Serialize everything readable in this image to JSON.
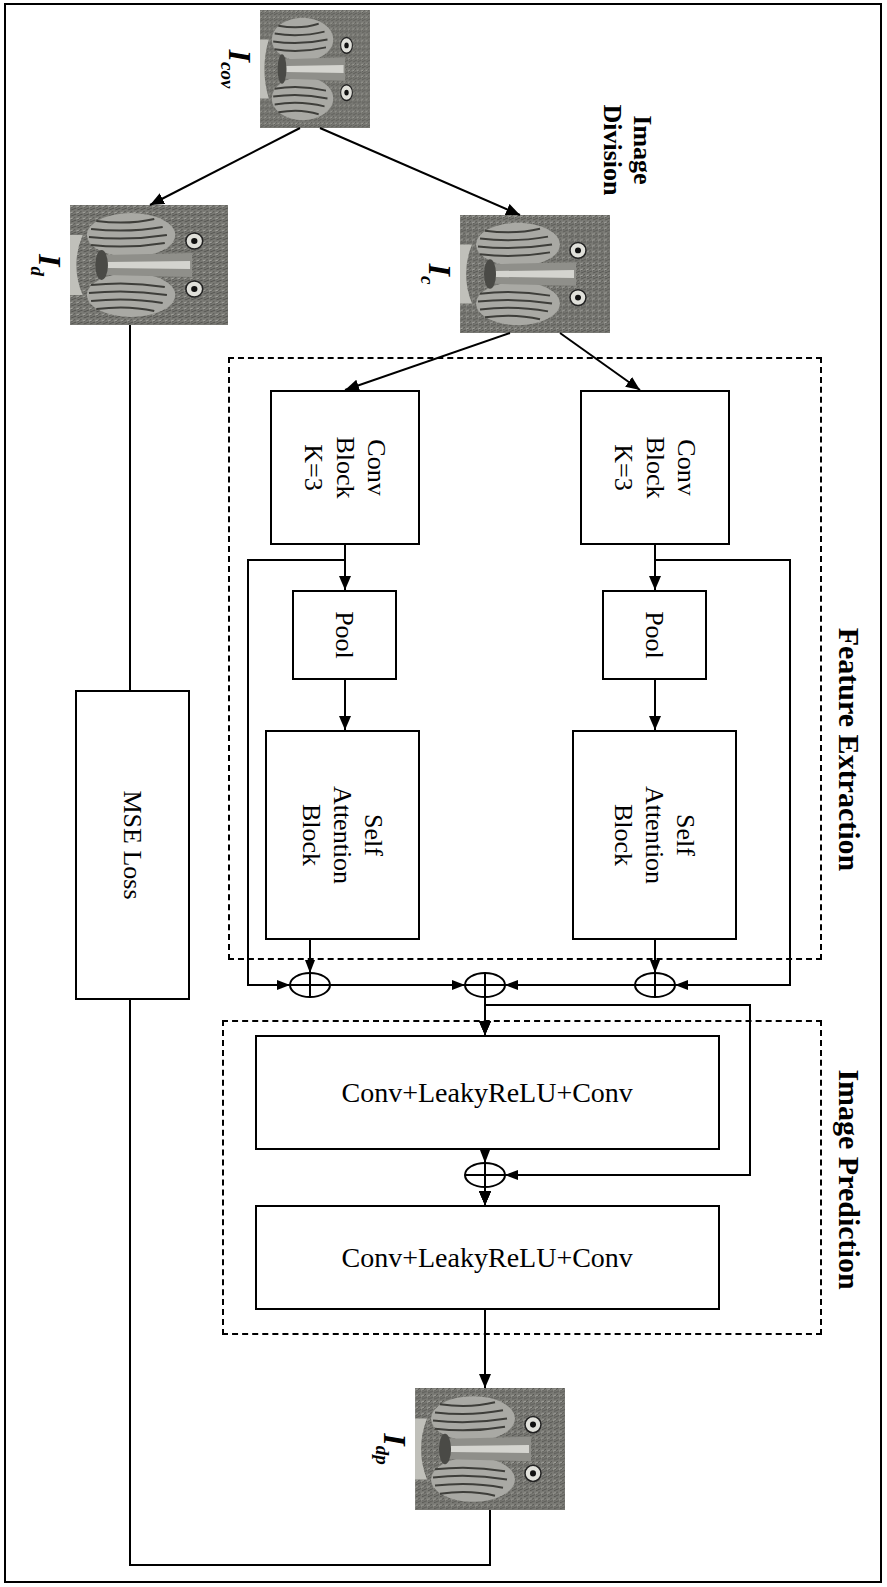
{
  "diagram": {
    "nodes": [
      {
        "text": [
          "I",
          "cov"
        ]
      },
      {
        "text": [
          "I",
          "c"
        ]
      },
      {
        "text": [
          "I",
          "d"
        ]
      },
      {
        "text": [
          "Feature Extraction"
        ]
      },
      {
        "text": [
          "Conv Block K=3"
        ],
        "in": 3
      },
      {
        "text": [
          "Pool"
        ],
        "in": 3
      },
      {
        "text": [
          "Self Attention Block"
        ],
        "in": 3
      },
      {
        "text": [
          "Conv Block K=3"
        ],
        "in": 3
      },
      {
        "text": [
          "Pool"
        ],
        "in": 3
      },
      {
        "text": [
          "Self Attention Block"
        ],
        "in": 3
      },
      {
        "text": [
          "MSE Loss"
        ]
      },
      {
        "text": [
          "Image Prediction"
        ]
      },
      {
        "text": [
          "Conv+LeakyReLU+Conv"
        ],
        "in": 11
      },
      {
        "text": [
          "Conv+LeakyReLU+Conv"
        ],
        "in": 11
      },
      {
        "text": [
          "I",
          "dp"
        ]
      }
    ],
    "edges": [
      {
        "from": 0,
        "to": 1,
        "arrow": "to"
      },
      {
        "from": 0,
        "to": 2,
        "arrow": "to"
      },
      {
        "from": 1,
        "to": 4,
        "arrow": "to"
      },
      {
        "from": 1,
        "to": 7,
        "arrow": "to"
      },
      {
        "from": 4,
        "to": 5,
        "arrow": "to"
      },
      {
        "from": 5,
        "to": 6,
        "arrow": "to"
      },
      {
        "from": 7,
        "to": 8,
        "arrow": "to"
      },
      {
        "from": 8,
        "to": 9,
        "arrow": "to"
      },
      {
        "from": 4,
        "to": 12,
        "arrow": "to"
      },
      {
        "from": 6,
        "to": 12,
        "arrow": "to"
      },
      {
        "from": 9,
        "to": 12,
        "arrow": "to"
      },
      {
        "from": 7,
        "to": 12,
        "arrow": "to"
      },
      {
        "from": 4,
        "to": 13,
        "arrow": "to"
      },
      {
        "from": 6,
        "to": 13,
        "arrow": "to"
      },
      {
        "from": 9,
        "to": 13,
        "arrow": "to"
      },
      {
        "from": 7,
        "to": 13,
        "arrow": "to"
      },
      {
        "from": 12,
        "to": 13,
        "arrow": "to"
      },
      {
        "from": 13,
        "to": 14,
        "arrow": "to"
      },
      {
        "from": 2,
        "to": 10,
        "arrow": "none"
      },
      {
        "from": 14,
        "to": 10,
        "arrow": "none"
      }
    ],
    "labels": [
      "Image Division"
    ]
  }
}
